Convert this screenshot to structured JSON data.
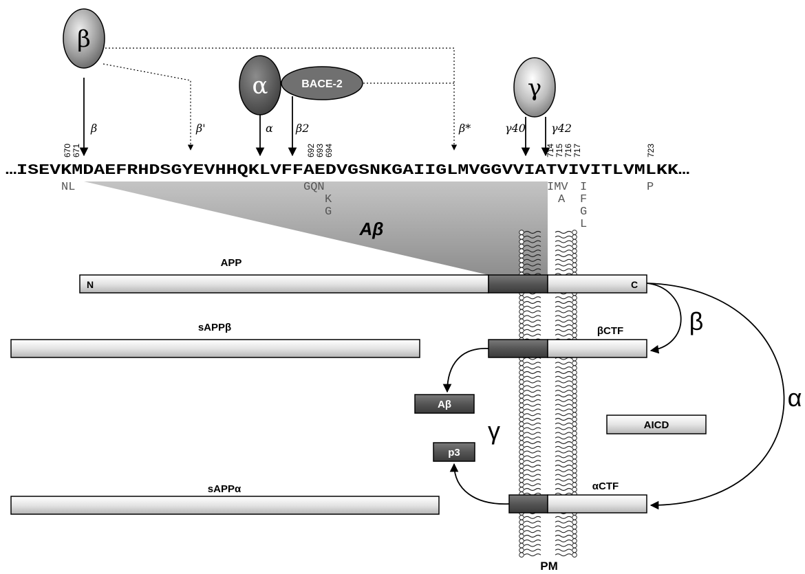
{
  "enzymes": {
    "beta": "β",
    "alpha": "α",
    "gamma": "γ",
    "bace2": "BACE-2"
  },
  "cleavage_labels": {
    "beta": "β",
    "beta_prime": "β'",
    "alpha": "α",
    "beta2": "β2",
    "beta_star": "β*",
    "gamma40": "γ40",
    "gamma42": "γ42"
  },
  "sequence": {
    "prefix": "…ISEVKM",
    "abeta": "DAEFRHDSGYEVHHQKLVFFAEDVGSNKGAIIGLMVGGVVIA",
    "suffix": "TVIVITLVMLKK…",
    "position_numbers": [
      "670",
      "671",
      "692",
      "693",
      "694",
      "714",
      "715",
      "716",
      "717",
      "723"
    ],
    "mutations": {
      "m670_671": "NL",
      "m692_694": "GQN",
      "m694_k": "K",
      "m694_g": "G",
      "m714_716": "IMV",
      "m715_a": "A",
      "m717_i": "I",
      "m717_f": "F",
      "m717_g": "G",
      "m717_l": "L",
      "m723": "P"
    }
  },
  "abeta_region_label": "Aβ",
  "fragments": {
    "app": "APP",
    "app_n": "N",
    "app_c": "C",
    "sapp_beta": "sAPPβ",
    "beta_ctf": "βCTF",
    "abeta": "Aβ",
    "aicd": "AICD",
    "p3": "p3",
    "sapp_alpha": "sAPPα",
    "alpha_ctf": "αCTF"
  },
  "pathway_labels": {
    "beta": "β",
    "alpha": "α",
    "gamma": "γ"
  },
  "membrane_label": "PM",
  "colors": {
    "dark_segment": "#5a5a5a",
    "light_bar": "#e8e8e8",
    "abeta_wedge": "#a6a6a6",
    "mutation_text": "#555555"
  }
}
